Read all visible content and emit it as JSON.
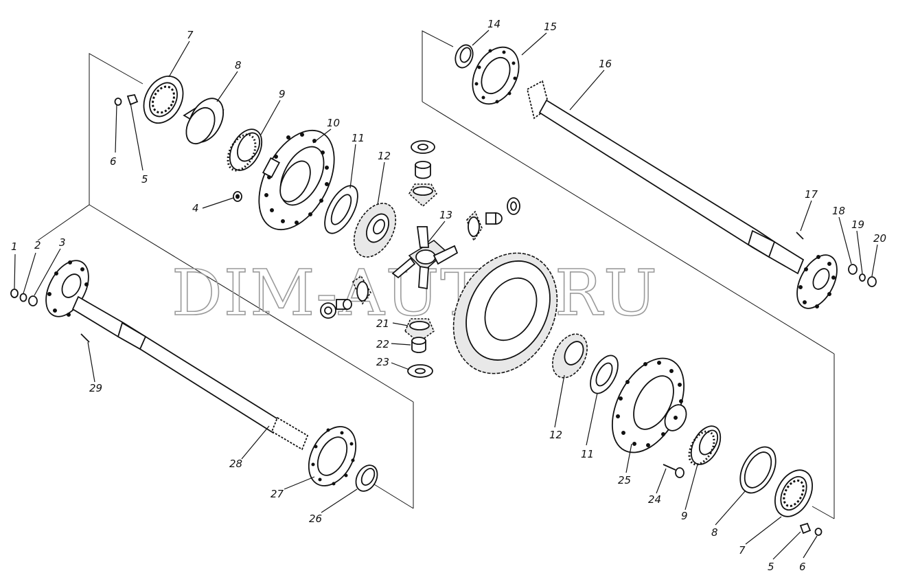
{
  "watermark": "DIM-AUTO.RU",
  "labels": {
    "l1": "1",
    "l2": "2",
    "l3": "3",
    "l4": "4",
    "l5a": "5",
    "l6a": "6",
    "l7a": "7",
    "l8a": "8",
    "l9a": "9",
    "l10": "10",
    "l11a": "11",
    "l12a": "12",
    "l13": "13",
    "l14": "14",
    "l15": "15",
    "l16": "16",
    "l17": "17",
    "l18": "18",
    "l19": "19",
    "l20": "20",
    "l21": "21",
    "l22": "22",
    "l23": "23",
    "l24": "24",
    "l25": "25",
    "l26": "26",
    "l27": "27",
    "l28": "28",
    "l29": "29",
    "l12b": "12",
    "l11b": "11",
    "l9b": "9",
    "l8b": "8",
    "l7b": "7",
    "l5b": "5",
    "l6b": "6"
  },
  "colors": {
    "ink": "#111111",
    "watermark": "#9a9a9a",
    "background": "#ffffff"
  }
}
